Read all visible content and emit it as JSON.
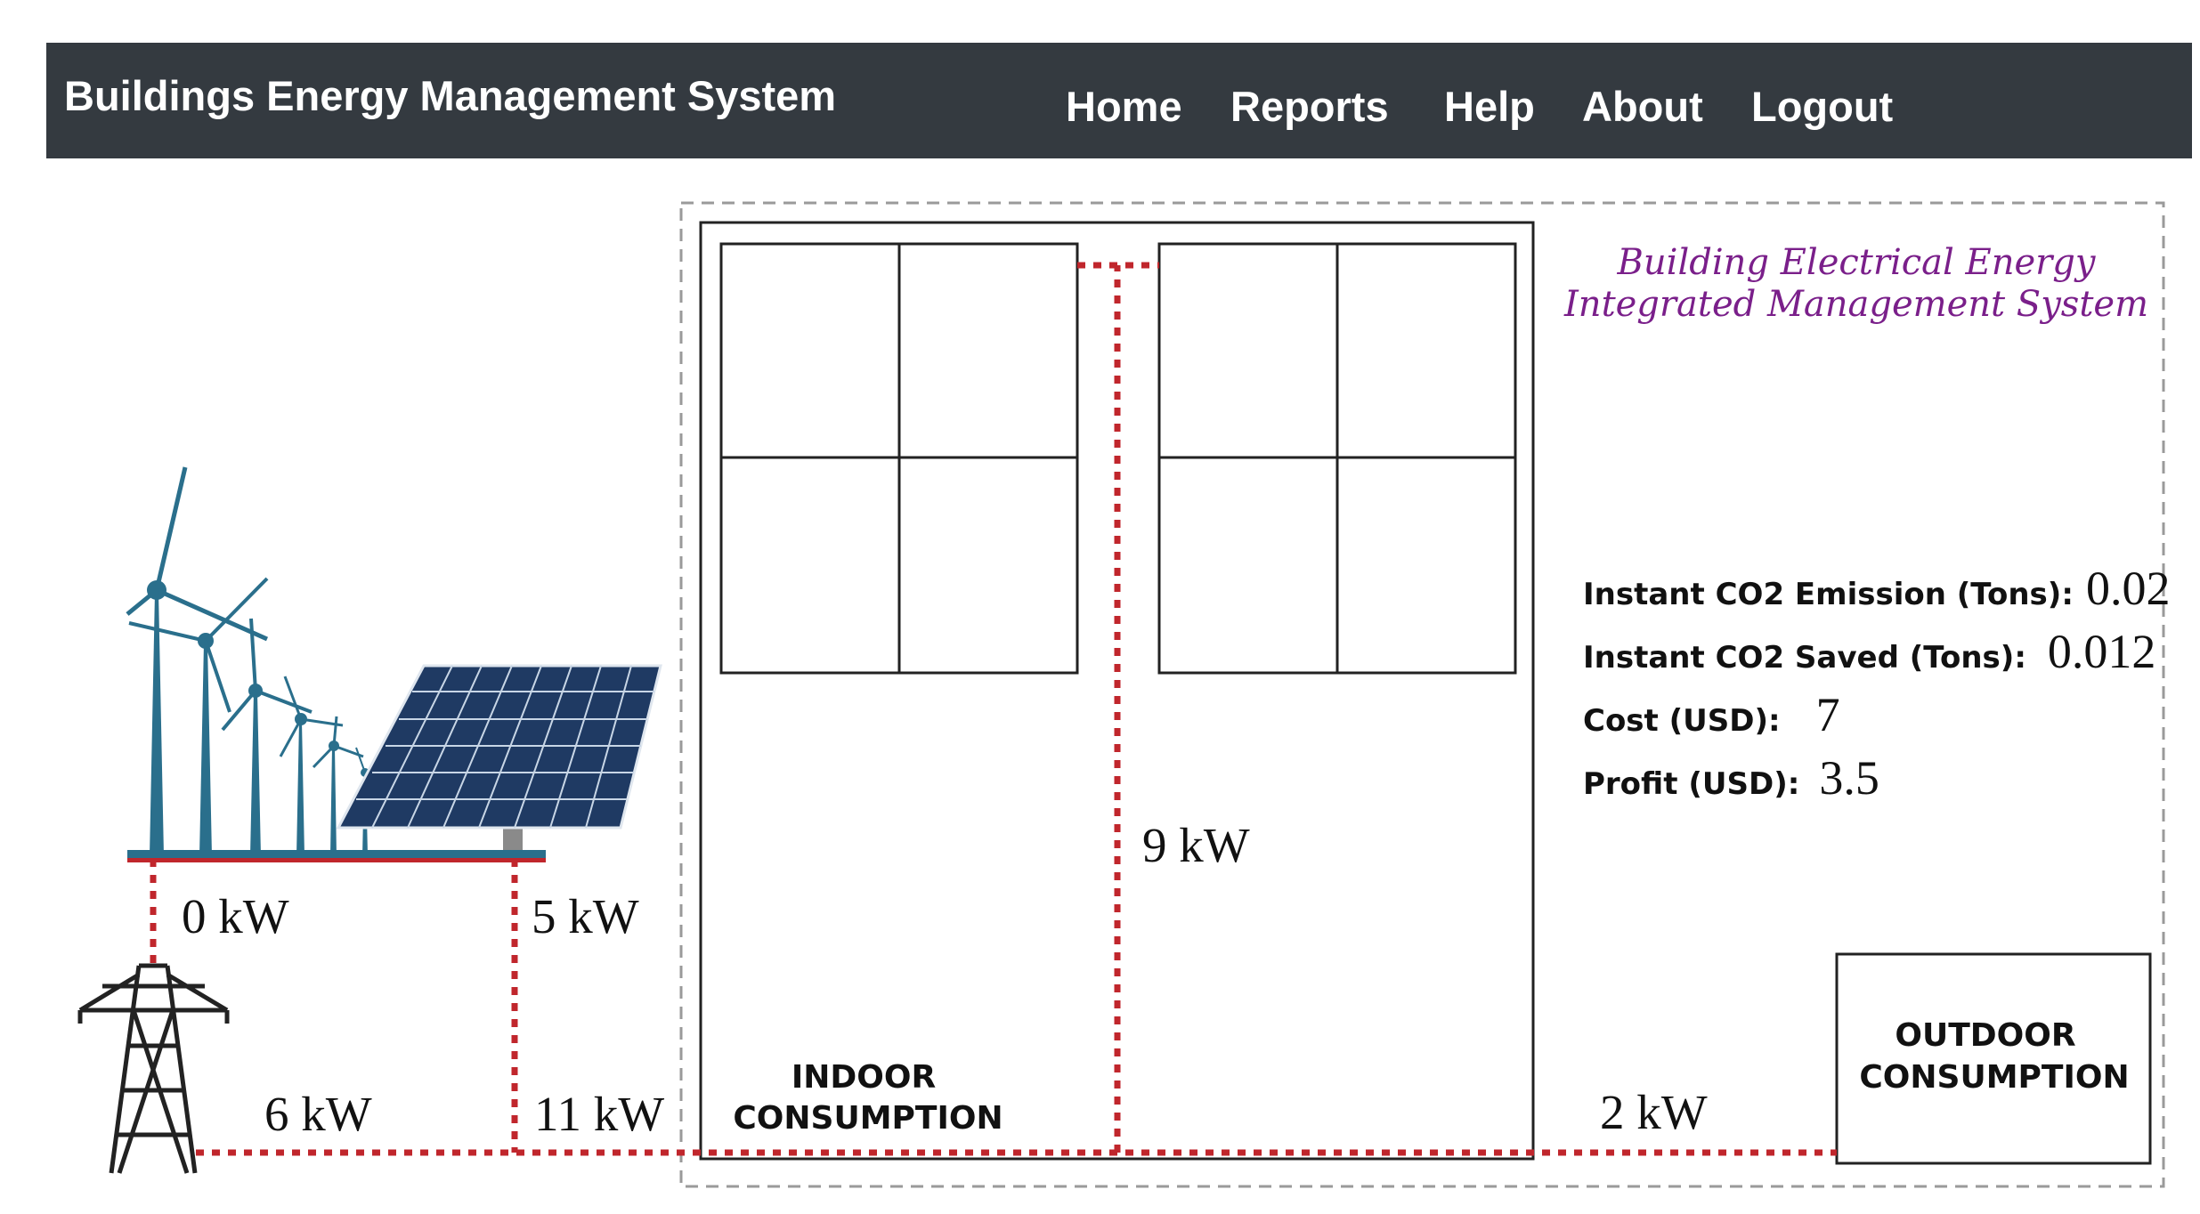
{
  "header": {
    "app_title": "Buildings Energy Management System",
    "nav": {
      "home": "Home",
      "reports": "Reports",
      "help": "Help",
      "about": "About",
      "logout": "Logout"
    }
  },
  "branding": {
    "line1": "Building Electrical Energy",
    "line2": "Integrated Management System",
    "color": "#7a1f8a"
  },
  "flows": {
    "wind": "0 kW",
    "solar": "5 kW",
    "grid": "6 kW",
    "total_supply": "11 kW",
    "indoor_zone": "9 kW",
    "outdoor": "2 kW"
  },
  "zones": {
    "indoor_line1": "INDOOR",
    "indoor_line2": "CONSUMPTION",
    "outdoor_line1": "OUTDOOR",
    "outdoor_line2": "CONSUMPTION"
  },
  "stats": {
    "co2_emission_label": "Instant CO2 Emission (Tons):",
    "co2_emission_value": "0.02",
    "co2_saved_label": "Instant CO2 Saved (Tons):",
    "co2_saved_value": "0.012",
    "cost_label": "Cost (USD):",
    "cost_value": "7",
    "profit_label": "Profit (USD):",
    "profit_value": "3.5"
  },
  "colors": {
    "navbar": "#343a40",
    "power_line": "#c0262c",
    "wind_turbine": "#2a6f8c",
    "solar_panel": "#1f3a63"
  },
  "icons": {
    "wind": "wind-turbines-icon",
    "solar": "solar-panel-icon",
    "grid": "transmission-tower-icon"
  }
}
